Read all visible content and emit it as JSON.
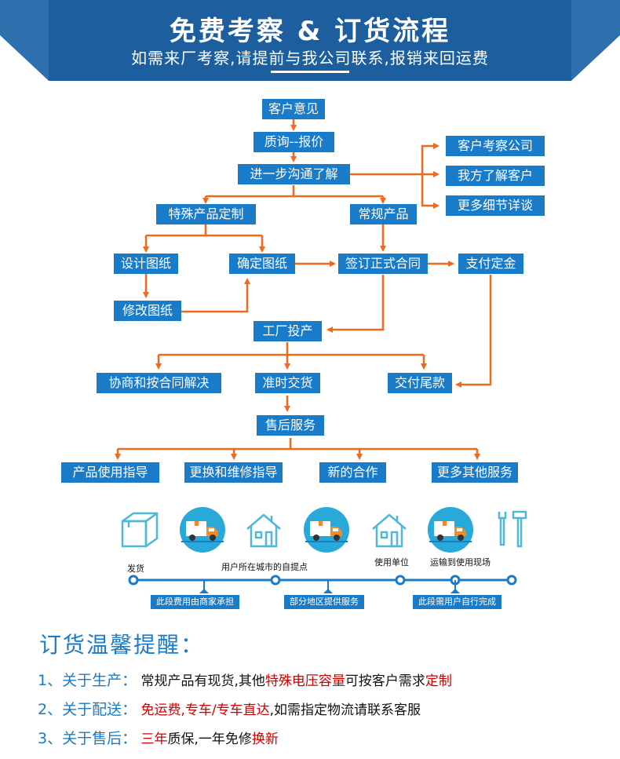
{
  "header": {
    "title": "免费考察 & 订货流程",
    "subtitle": "如需来厂考察,请提前与我公司联系,报销来回运费"
  },
  "flow": {
    "nodes": {
      "opinion": "客户意见",
      "inquiry": "质询--报价",
      "communicate": "进一步沟通了解",
      "inspect": "客户考察公司",
      "know_client": "我方了解客户",
      "details": "更多细节详谈",
      "special": "特殊产品定制",
      "regular": "常规产品",
      "design": "设计图纸",
      "confirm_drawing": "确定图纸",
      "sign": "签订正式合同",
      "deposit": "支付定金",
      "modify": "修改图纸",
      "production": "工厂投产",
      "negotiate": "协商和按合同解决",
      "ontime": "准时交货",
      "balance": "交付尾款",
      "after_sales": "售后服务",
      "usage_guide": "产品使用指导",
      "repair_guide": "更换和维修指导",
      "new_coop": "新的合作",
      "more_services": "更多其他服务"
    }
  },
  "delivery": {
    "labels": {
      "ship": "发货",
      "pickup": "用户所在城市的自提点",
      "unit": "使用单位",
      "site": "运输到使用现场"
    },
    "tags": {
      "merchant": "此段费用由商家承担",
      "region": "部分地区提供服务",
      "user": "此段需用户自行完成"
    }
  },
  "tips": {
    "title": "订货温馨提醒：",
    "rows": [
      {
        "num": "1、",
        "head": "关于生产：",
        "a": "常规产品有现货,其他",
        "b": "特殊电压容量",
        "c": "可按客户需求",
        "d": "定制"
      },
      {
        "num": "2、",
        "head": "关于配送：",
        "a": "",
        "b": "免运费,专车/专车直达",
        "c": ",如需指定物流请联系客服",
        "d": ""
      },
      {
        "num": "3、",
        "head": "关于售后：",
        "a": "",
        "b": "三年",
        "c": "质保,一年免修",
        "d": "换新"
      }
    ]
  },
  "colors": {
    "blue": "#1a7bc9",
    "header": "#1d5f9e",
    "arrow": "#ef6a1f",
    "red": "#d00000"
  }
}
